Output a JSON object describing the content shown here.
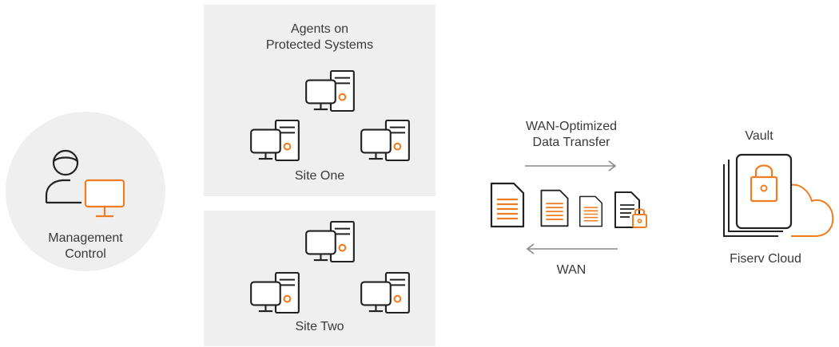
{
  "management": {
    "label_line1": "Management",
    "label_line2": "Control"
  },
  "agents": {
    "title_line1": "Agents on",
    "title_line2": "Protected Systems"
  },
  "sites": [
    {
      "label": "Site One"
    },
    {
      "label": "Site Two"
    }
  ],
  "transfer": {
    "label_line1": "WAN-Optimized",
    "label_line2": "Data Transfer",
    "wan_label": "WAN"
  },
  "vault": {
    "label": "Vault",
    "cloud_label": "Fiserv Cloud"
  },
  "colors": {
    "accent": "#f07d22",
    "stroke": "#222222",
    "panel": "#efefef",
    "arrow": "#888888"
  },
  "icons": {
    "computer": "desktop-computer-icon",
    "user": "user-icon",
    "monitor": "monitor-icon",
    "document": "document-icon",
    "locked_document": "locked-document-icon",
    "vault": "vault-lock-icon",
    "cloud": "cloud-icon"
  }
}
